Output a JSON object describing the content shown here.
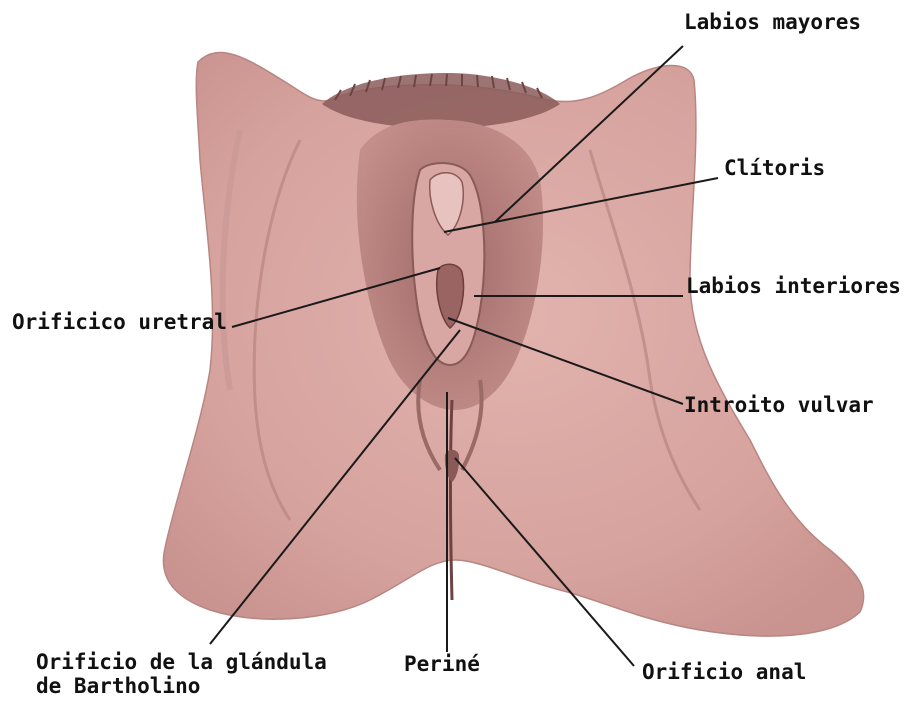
{
  "labels": {
    "labios_mayores": "Labios mayores",
    "clitoris": "Clítoris",
    "labios_interiores": "Labios interiores",
    "orificio_uretral": "Orificico uretral",
    "introito_vulvar": "Introito vulvar",
    "bartholino_line1": "Orificio de la glándula",
    "bartholino_line2": "de Bartholino",
    "perine": "Periné",
    "orificio_anal": "Orificio anal"
  },
  "colors": {
    "skin": "#d8a4a0",
    "skin_light": "#e6bdb8",
    "skin_dark": "#b98682",
    "fold_dark": "#8a5a58",
    "hair": "#7a5250",
    "line": "#1a1a1a"
  }
}
